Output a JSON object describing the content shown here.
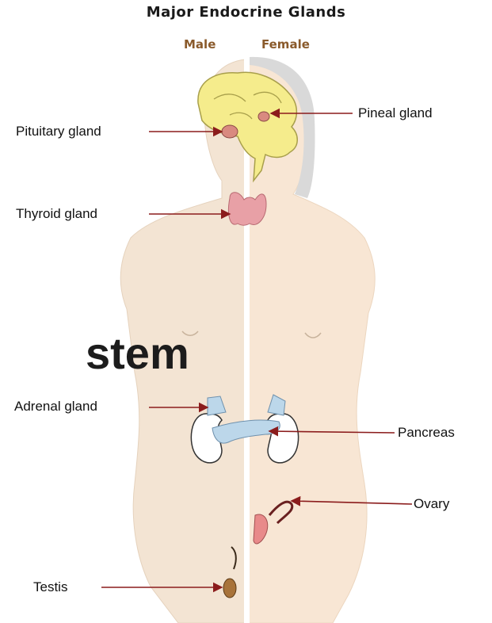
{
  "title": "Major Endocrine Glands",
  "subtitle_male": "Male",
  "subtitle_female": "Female",
  "overlay_text": "stem",
  "labels": {
    "pituitary": "Pituitary gland",
    "pineal": "Pineal gland",
    "thyroid": "Thyroid gland",
    "adrenal": "Adrenal gland",
    "pancreas": "Pancreas",
    "ovary": "Ovary",
    "testis": "Testis"
  },
  "colors": {
    "male_skin": "#f3e4d3",
    "female_skin": "#f8e6d4",
    "brain": "#f5ec8c",
    "thyroid": "#e8a0a6",
    "pancreas": "#bcd7ea",
    "arrow": "#8b1c1c"
  }
}
